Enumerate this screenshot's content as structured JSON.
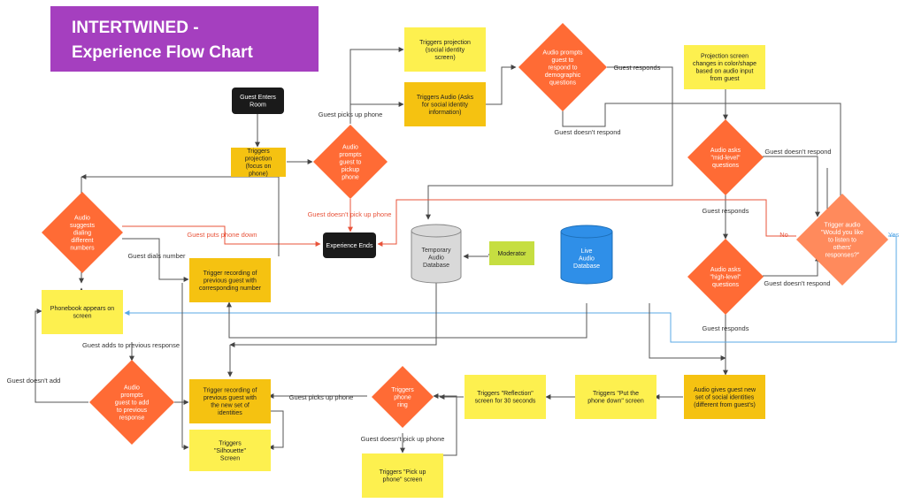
{
  "title": {
    "line1": "INTERTWINED -",
    "line2": "Experience Flow Chart"
  },
  "colors": {
    "title_bg": "#a53fbf",
    "sticky_yellow": "#fdf04f",
    "sticky_orange": "#f5c211",
    "decision": "#ff6b35",
    "decision_light": "#ff8a5c",
    "terminal": "#1a1a1a",
    "db_grey": "#d9d9d9",
    "db_blue": "#2f8fe8",
    "moderator": "#c6de41",
    "edge": "#555555",
    "edge_red": "#e8533a",
    "edge_blue": "#5aa9e6"
  },
  "nodes": {
    "guest_enters": "Guest Enters Room",
    "triggers_projection_focus": "Triggers projection (focus on phone)",
    "audio_prompts_pickup": "Audio prompts guest to pickup phone",
    "triggers_projection_social": "Triggers projection (social identity screen)",
    "triggers_audio_social": "Triggers Audio (Asks for social identity information)",
    "audio_prompts_demographic": "Audio prompts guest to respond to demographic questions",
    "projection_changes": "Projection screen changes in color/shape based on audio input from guest",
    "audio_mid_level": "Audio asks \"mid-level\" questions",
    "audio_high_level": "Audio asks \"high-level\" questions",
    "trigger_audio_others": "Trigger audio \"Would you like to listen to others' responses?\"",
    "audio_suggests_dialing": "Audio suggests dialing different numbers",
    "experience_ends": "Experience Ends",
    "temp_db": "Temporary Audio Database",
    "moderator": "Moderator",
    "live_db": "Live Audio Database",
    "trigger_recording_prev": "Trigger recording of previous guest with corresponding number",
    "phonebook": "Phonebook appears on screen",
    "audio_prompts_add": "Audio prompts guest to add to previous response",
    "trigger_recording_new": "Trigger recording of previous guest with the new set of identities",
    "triggers_silhouette": "Triggers \"Silhouette\" Screen",
    "triggers_phone_ring": "Triggers phone ring",
    "triggers_pick_up": "Triggers \"Pick up phone\" screen",
    "triggers_reflection": "Triggers \"Reflection\" screen for 30 seconds",
    "triggers_put_down": "Triggers \"Put the phone down\" screen",
    "audio_gives_new": "Audio gives guest new set of social identities (different from guest's)"
  },
  "edge_labels": {
    "picks_up": "Guest picks up phone",
    "doesnt_pick_up": "Guest doesn't pick up phone",
    "responds_top": "Guest responds",
    "doesnt_respond_top": "Guest doesn't respond",
    "doesnt_respond_mid": "Guest doesn't respond",
    "responds_mid": "Guest responds",
    "doesnt_respond_high": "Guest doesn't respond",
    "responds_high": "Guest responds",
    "no": "No",
    "yes": "Yes",
    "puts_down": "Guest puts phone down",
    "dials": "Guest dials number",
    "adds": "Guest adds to previous response",
    "doesnt_add": "Guest doesn't add",
    "picks_up_lower": "Guest picks up phone",
    "doesnt_pick_up_lower": "Guest doesn't pick up phone"
  }
}
